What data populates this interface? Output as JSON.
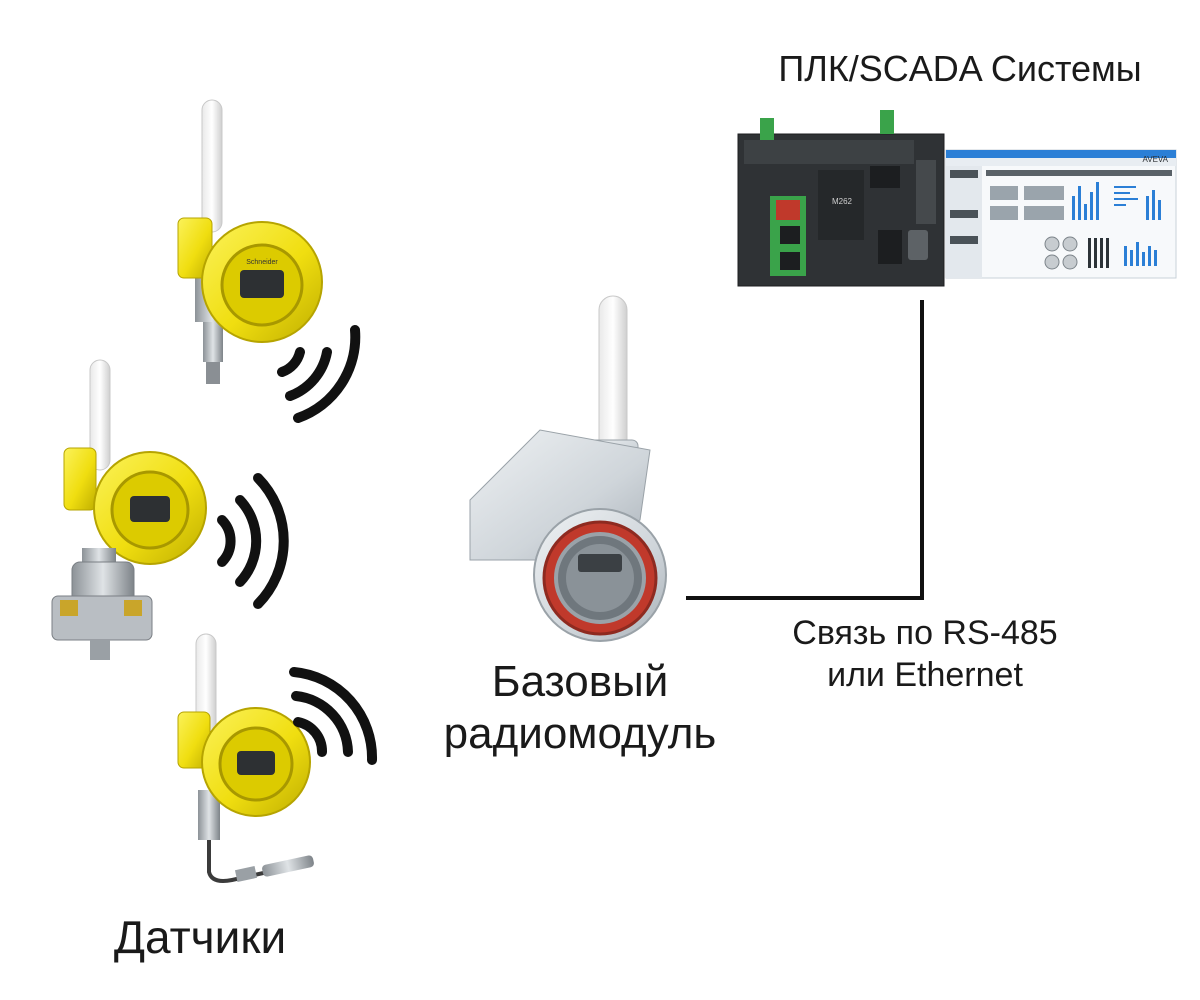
{
  "labels": {
    "plc_scada": "ПЛК/SCADA Системы",
    "base_module_line1": "Базовый",
    "base_module_line2": "радиомодуль",
    "link_line1": "Связь по RS-485",
    "link_line2": "или Ethernet",
    "sensors": "Датчики"
  },
  "device_marks": {
    "sensor_brand": "Schneider",
    "plc_model": "M262",
    "scada_brand": "AVEVA"
  },
  "colors": {
    "sensor_yellow": "#f2e21a",
    "sensor_yellow_dark": "#c9b800",
    "radio_waves": "#111111",
    "connection_line": "#111111",
    "base_housing": "#d4d9de",
    "base_flange": "#c0392b",
    "plc_body": "#3a3d40",
    "plc_green": "#3aa34a",
    "scada_blue": "#2b7fd6"
  },
  "icons": [
    "antenna-icon",
    "radio-waves-icon",
    "pressure-transmitter-icon",
    "plc-icon",
    "scada-screen-icon"
  ]
}
